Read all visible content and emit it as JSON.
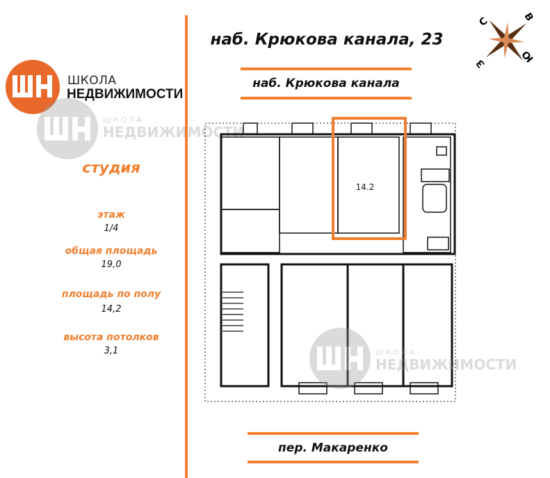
{
  "header": {
    "address": "наб. Крюкова канала, 23"
  },
  "logo": {
    "line1": "ШКОЛА",
    "line2": "НЕДВИЖИМОСТИ",
    "mark": "ШН"
  },
  "watermark": {
    "line1": "ШКОЛА",
    "line2": "НЕДВИЖИМОСТИ"
  },
  "listing": {
    "type": "студия",
    "fields": [
      {
        "label": "этаж",
        "value": "1/4"
      },
      {
        "label": "общая площадь",
        "value": "19,0"
      },
      {
        "label": "площадь по полу",
        "value": "14,2"
      },
      {
        "label": "высота потолков",
        "value": "3,1"
      }
    ]
  },
  "plan": {
    "street_top": "наб. Крюкова канала",
    "street_bottom": "пер. Макаренко",
    "room_area": "14.2"
  },
  "compass": {
    "north": "С",
    "east": "В",
    "south": "Ю",
    "west": "З"
  },
  "colors": {
    "accent": "#f07f2e"
  }
}
